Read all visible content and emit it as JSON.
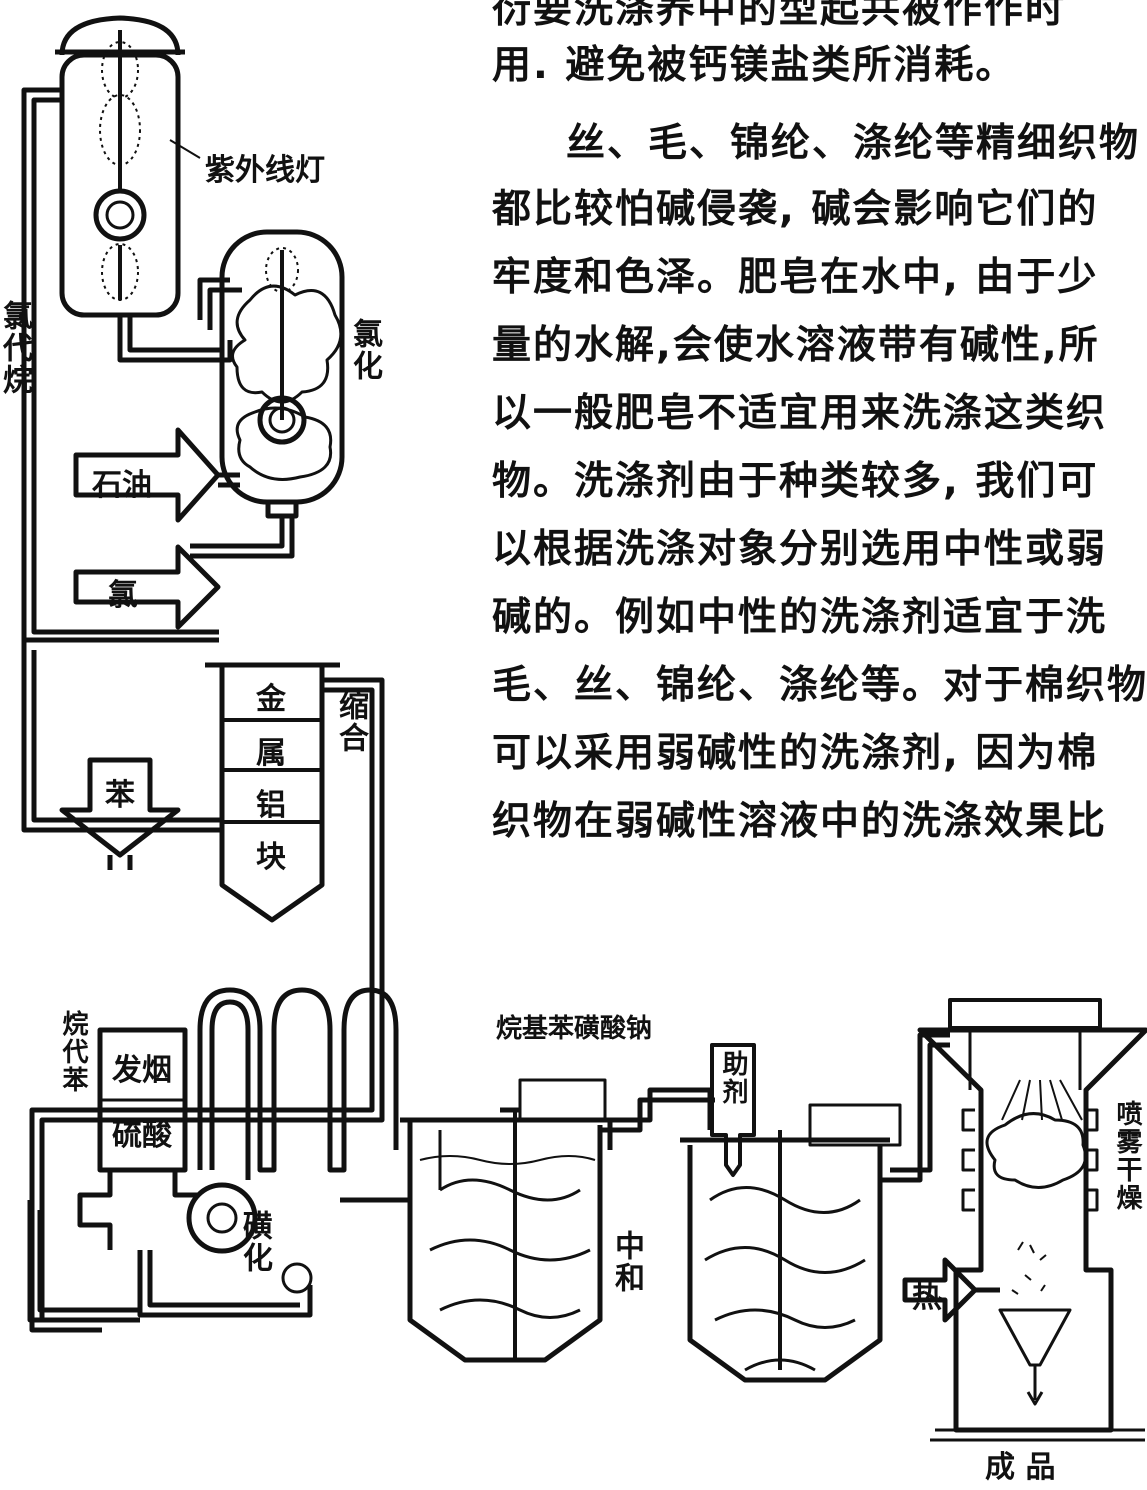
{
  "text": {
    "lines": [
      "衍要洗涤养中的型起共被作作时",
      "用. 避免被钙镁盐类所消耗。",
      "丝、毛、锦纶、涤纶等精细织物",
      "都比较怕碱侵袭, 碱会影响它们的",
      "牢度和色泽。肥皂在水中, 由于少",
      "量的水解,会使水溶液带有碱性,所",
      "以一般肥皂不适宜用来洗涤这类织",
      "物。洗涤剂由于种类较多, 我们可",
      "以根据洗涤对象分别选用中性或弱",
      "碱的。例如中性的洗涤剂适宜于洗",
      "毛、丝、锦纶、涤纶等。对于棉织物",
      "可以采用弱碱性的洗涤剂, 因为棉",
      "织物在弱碱性溶液中的洗涤效果比"
    ]
  },
  "diagram": {
    "uv_lamp": "紫外线灯",
    "chloroalkane": "氯代烷",
    "chlorination": "氯化",
    "petroleum": "石油",
    "chlorine": "氯",
    "metal_al_block": [
      "金",
      "属",
      "铝",
      "块"
    ],
    "condensation": "缩合",
    "benzene": "苯",
    "alkylbenzene": "烷代苯",
    "oleum": [
      "发烟",
      "硫酸"
    ],
    "sulfonation": "磺化",
    "product_name": "烷基苯磺酸钠",
    "additive": "助剂",
    "neutralization": "中和",
    "heat": "热",
    "spray_drying": "喷雾干燥",
    "finished_product": "成 品"
  }
}
